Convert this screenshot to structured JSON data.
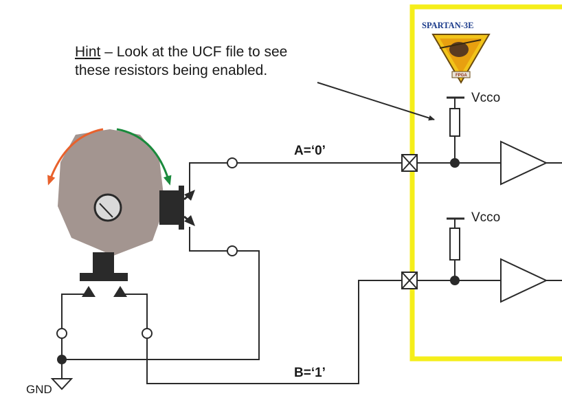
{
  "hint": {
    "keyword": "Hint",
    "line1_rest": " – Look at the UCF file to see",
    "line2": "these resistors being enabled."
  },
  "signals": {
    "a_label": "A=‘0’",
    "b_label": "B=‘1’"
  },
  "supply": {
    "vcco_top": "Vcco",
    "vcco_bottom": "Vcco",
    "gnd": "GND"
  },
  "logo": {
    "text": "SPARTAN-3E",
    "badge": "FPGA"
  },
  "colors": {
    "fpga_border": "#f5ee1a",
    "knob": "#a39590",
    "arrow_left": "#e8612c",
    "arrow_right": "#1a8a3c",
    "wire": "#2a2a2a"
  }
}
